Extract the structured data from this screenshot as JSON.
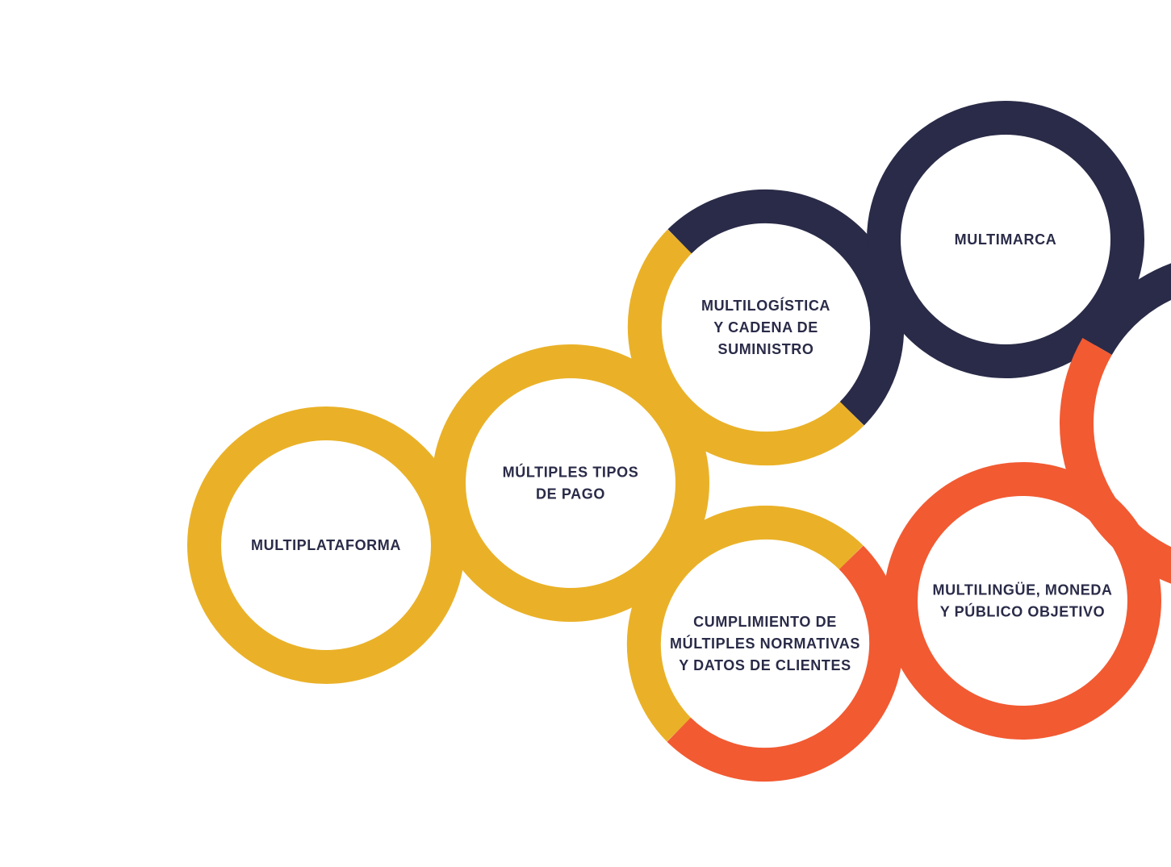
{
  "colors": {
    "yellow": "#EAB128",
    "navy": "#2A2B48",
    "orange": "#F25A32",
    "label": "#2A2B48",
    "background": "#FFFFFF"
  },
  "nodes": [
    {
      "id": "multiplataforma",
      "lines": [
        "MULTIPLATAFORMA"
      ],
      "ring": [
        {
          "color": "yellow",
          "from": 0,
          "to": 360
        }
      ]
    },
    {
      "id": "multiples-tipos-de-pago",
      "lines": [
        "MÚLTIPLES TIPOS",
        "DE PAGO"
      ],
      "ring": [
        {
          "color": "yellow",
          "from": 0,
          "to": 360
        }
      ]
    },
    {
      "id": "multilogistica",
      "lines": [
        "MULTILOGÍSTICA",
        "Y CADENA DE",
        "SUMINISTRO"
      ],
      "ring": [
        {
          "color": "yellow",
          "from": 45,
          "to": 225
        },
        {
          "color": "navy",
          "from": 225,
          "to": 405
        }
      ]
    },
    {
      "id": "multimarca",
      "lines": [
        "MULTIMARCA"
      ],
      "ring": [
        {
          "color": "navy",
          "from": 0,
          "to": 360
        }
      ]
    },
    {
      "id": "cumplimiento",
      "lines": [
        "CUMPLIMIENTO DE",
        "MÚLTIPLES NORMATIVAS",
        "Y DATOS DE CLIENTES"
      ],
      "ring": [
        {
          "color": "yellow",
          "from": 135,
          "to": 315
        },
        {
          "color": "orange",
          "from": -45,
          "to": 135
        }
      ]
    },
    {
      "id": "multilingue",
      "lines": [
        "MULTILINGÜE, MONEDA",
        "Y PÚBLICO OBJETIVO"
      ],
      "ring": [
        {
          "color": "orange",
          "from": 0,
          "to": 360
        }
      ]
    },
    {
      "id": "offscreen-node",
      "lines": [],
      "ring": [
        {
          "color": "navy",
          "from": 210,
          "to": 330
        },
        {
          "color": "orange",
          "from": 90,
          "to": 210
        }
      ]
    }
  ]
}
